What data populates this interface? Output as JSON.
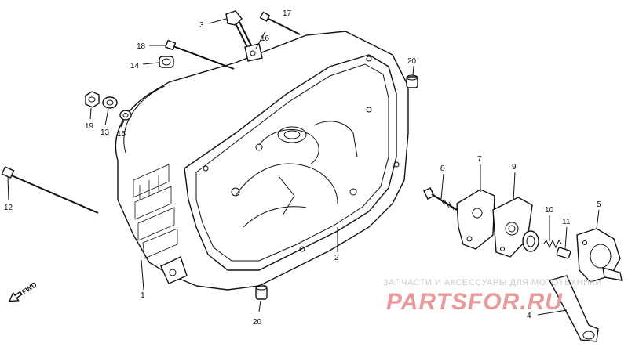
{
  "diagram": {
    "labels": [
      {
        "id": "1",
        "text": "1"
      },
      {
        "id": "2",
        "text": "2"
      },
      {
        "id": "3",
        "text": "3"
      },
      {
        "id": "4",
        "text": "4"
      },
      {
        "id": "5",
        "text": "5"
      },
      {
        "id": "7",
        "text": "7"
      },
      {
        "id": "8",
        "text": "8"
      },
      {
        "id": "9",
        "text": "9"
      },
      {
        "id": "10",
        "text": "10"
      },
      {
        "id": "11",
        "text": "11"
      },
      {
        "id": "12",
        "text": "12"
      },
      {
        "id": "13",
        "text": "13"
      },
      {
        "id": "14",
        "text": "14"
      },
      {
        "id": "15",
        "text": "15"
      },
      {
        "id": "16",
        "text": "16"
      },
      {
        "id": "17",
        "text": "17"
      },
      {
        "id": "18",
        "text": "18"
      },
      {
        "id": "19",
        "text": "19"
      },
      {
        "id": "20a",
        "text": "20"
      },
      {
        "id": "20b",
        "text": "20"
      }
    ],
    "direction_marker": "FWD"
  },
  "watermark": {
    "caption": "ЗАПЧАСТИ И АКСЕССУАРЫ ДЛЯ МОТОТЕХНИКИ",
    "logo": "PARTSFOR.RU"
  }
}
